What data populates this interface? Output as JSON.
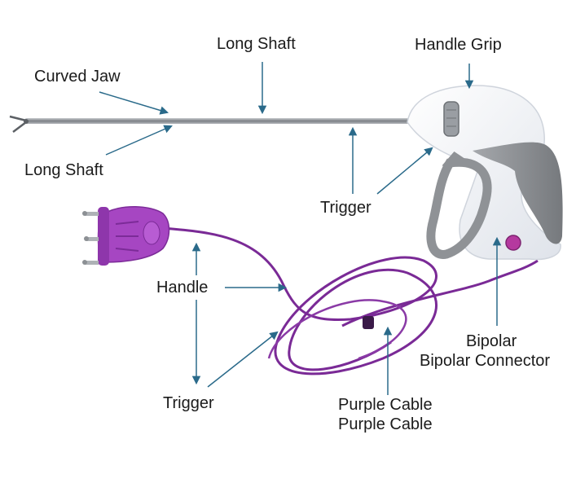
{
  "colors": {
    "arrow": "#2a6a8a",
    "shaft": "#8a8e93",
    "handle_body": "#f3f5f9",
    "handle_grip": "#8f9296",
    "cable": "#7a2a96",
    "connector": "#a646c2",
    "button": "#b5399f"
  },
  "labels": {
    "curved_jaw": "Curved Jaw",
    "long_shaft_top": "Long Shaft",
    "handle_grip": "Handle Grip",
    "long_shaft_left": "Long Shaft",
    "trigger_right": "Trigger",
    "handle": "Handle",
    "trigger_bottom": "Trigger",
    "bipolar": "Bipolar",
    "bipolar_connector": "Bipolar Connector",
    "purple_cable_1": "Purple Cable",
    "purple_cable_2": "Purple Cable"
  }
}
